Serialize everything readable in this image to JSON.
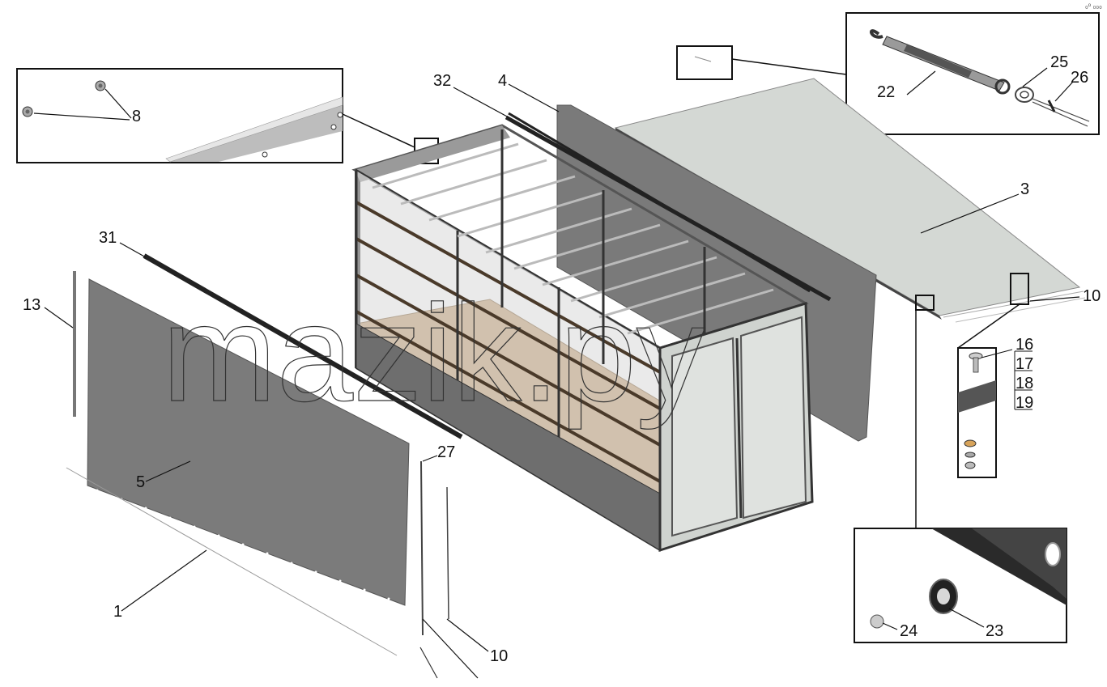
{
  "corner_mark": "₀ᵒ ₀₀₀",
  "watermark": "mazik.py",
  "callouts": [
    "32",
    "4",
    "3",
    "10",
    "22",
    "25",
    "26",
    "8",
    "31",
    "13",
    "5",
    "1",
    "27",
    "10",
    "16",
    "17",
    "18",
    "19",
    "24",
    "23"
  ]
}
